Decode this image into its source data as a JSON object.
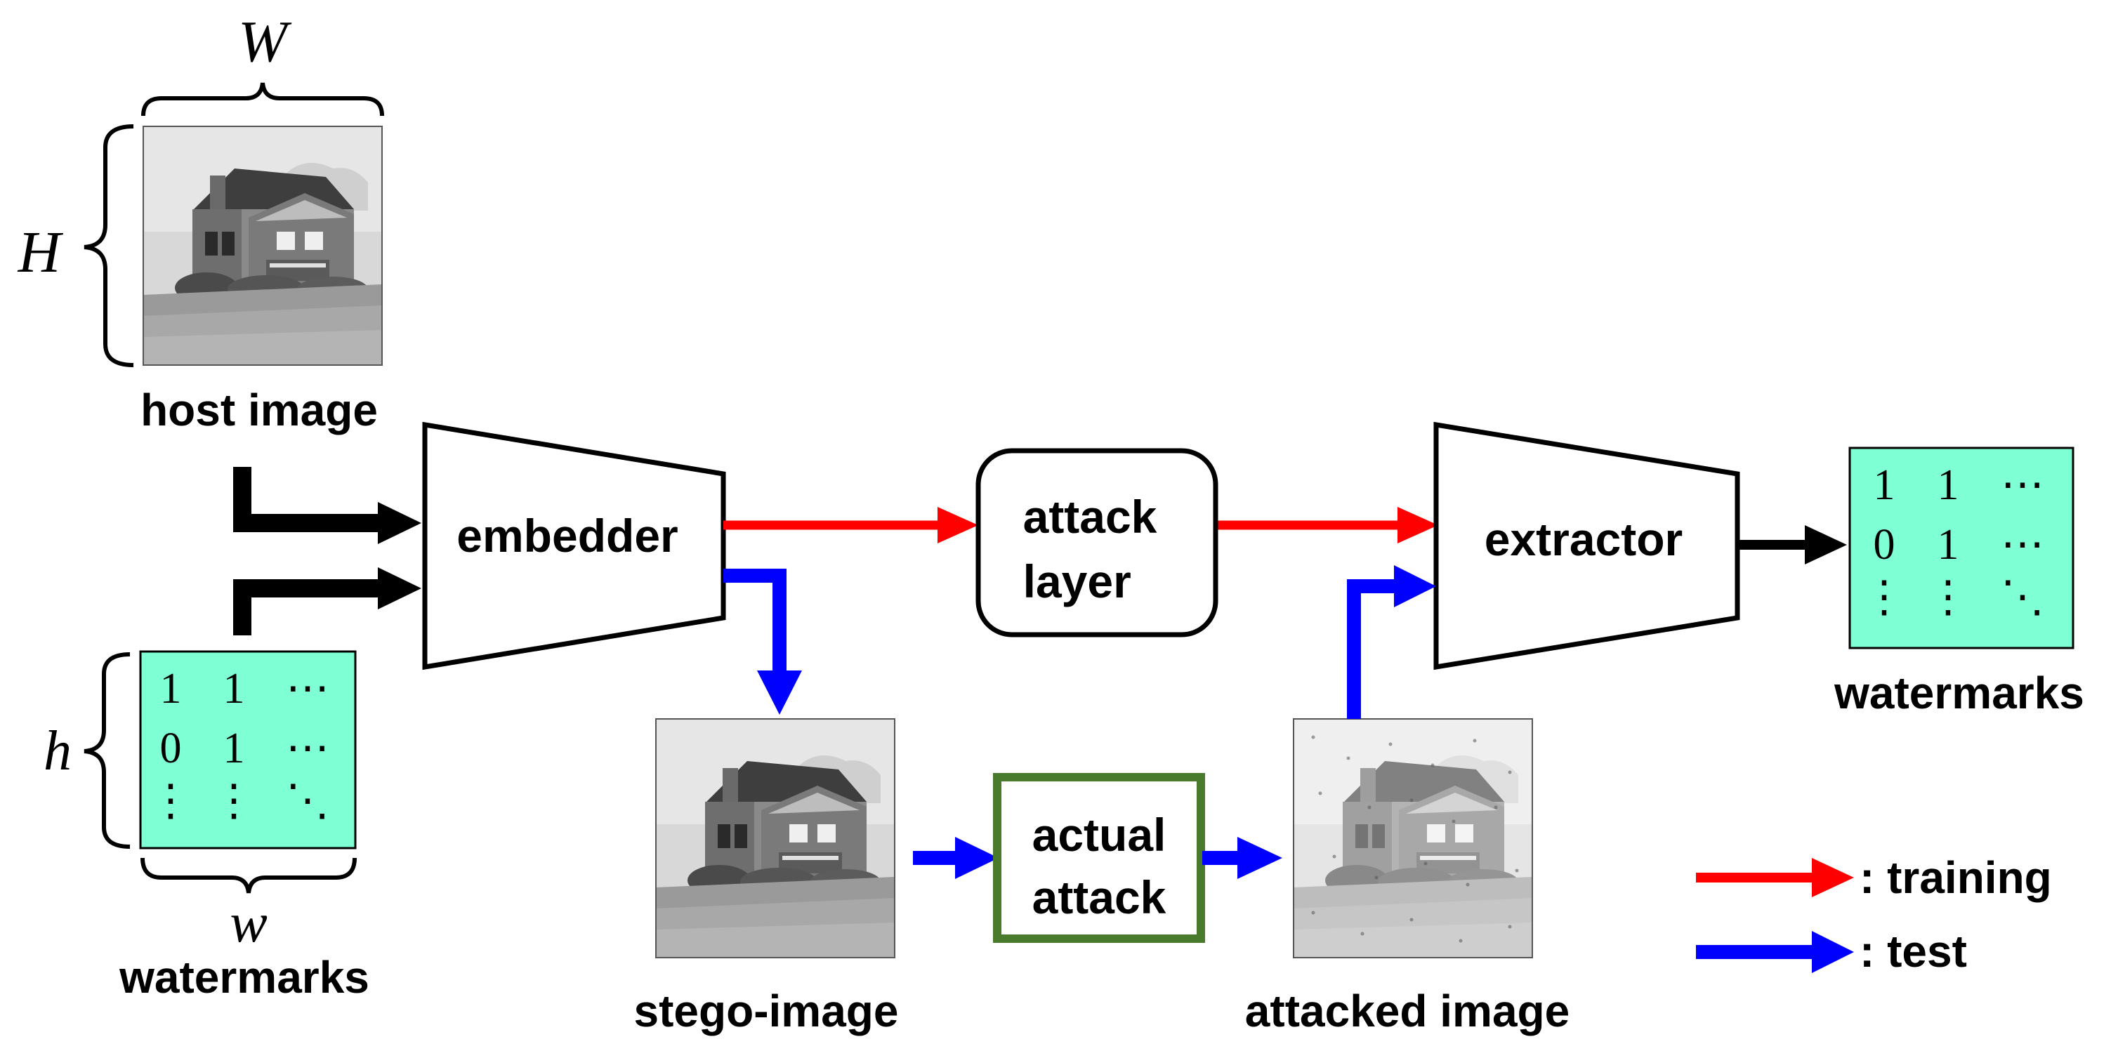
{
  "labels": {
    "host_image": "host image",
    "watermarks_input": "watermarks",
    "embedder": "embedder",
    "attack_layer": "attack\nlayer",
    "extractor": "extractor",
    "watermarks_output": "watermarks",
    "stego_image": "stego-image",
    "actual_attack": "actual\nattack",
    "attacked_image": "attacked image"
  },
  "dimensions": {
    "width_upper": "W",
    "height_upper": "H",
    "width_lower": "w",
    "height_lower": "h"
  },
  "matrix": {
    "row1": [
      "1",
      "1",
      "⋯"
    ],
    "row2": [
      "0",
      "1",
      "⋯"
    ],
    "row3": [
      "⋮",
      "⋮",
      "⋱"
    ]
  },
  "legend": {
    "training": ": training",
    "test": ": test"
  },
  "colors": {
    "training": "#ff0000",
    "test": "#0000ff",
    "main": "#000000",
    "watermark_fill": "#7fffd4",
    "actual_attack_border": "#4a7a2c"
  }
}
